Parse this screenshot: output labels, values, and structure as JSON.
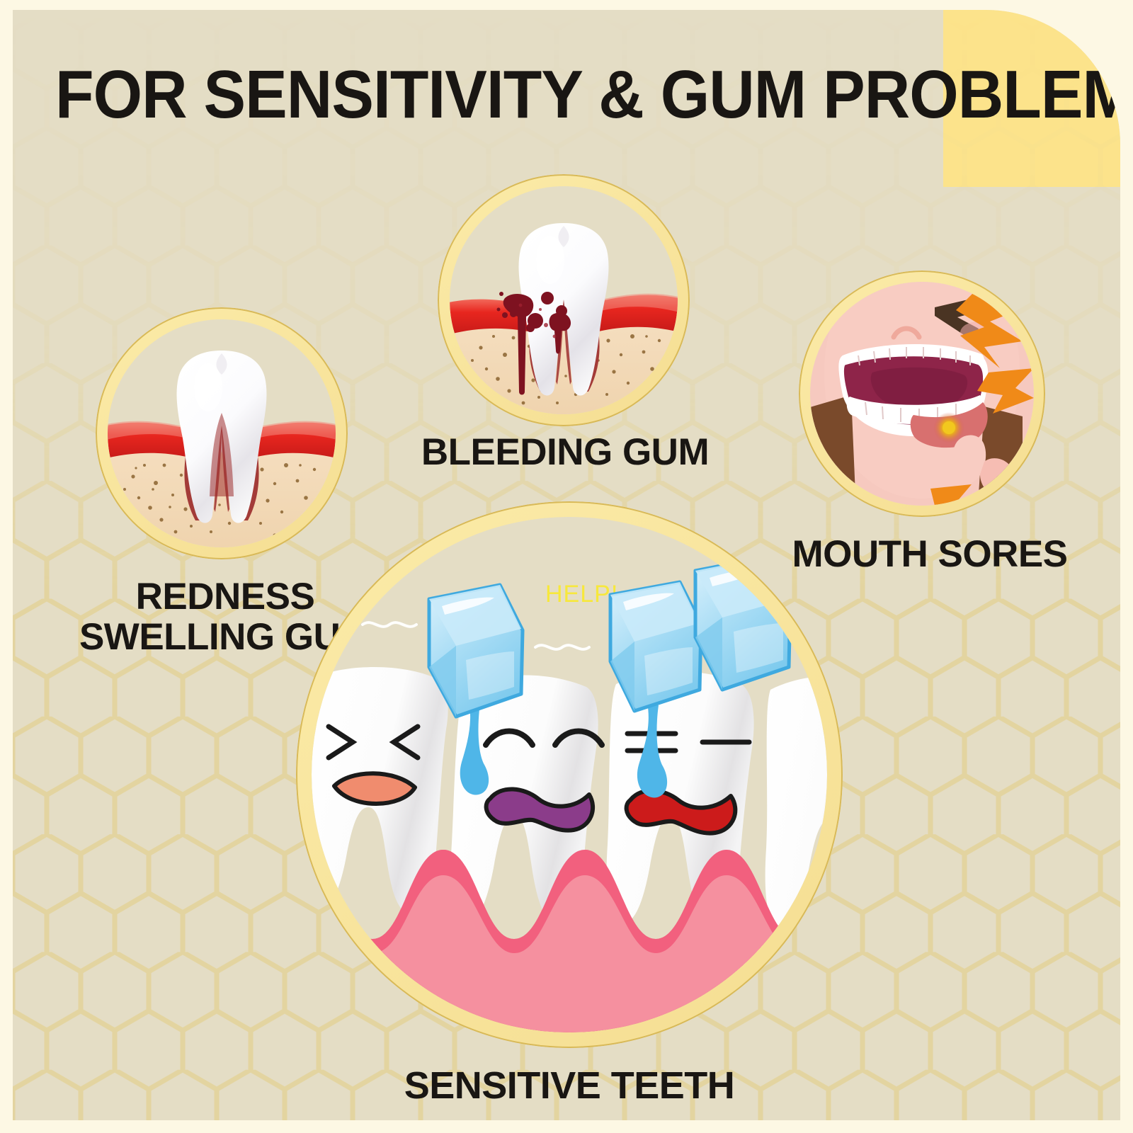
{
  "poster": {
    "title": "FOR SENSITIVITY & GUM PROBLEMS",
    "background_color": "#E4DDC5",
    "accent_color": "#FCE38B",
    "border_color": "#FDF8E4",
    "ring_color": "#F5DE92",
    "text_color": "#191613"
  },
  "items": [
    {
      "id": "redness-swelling-gum",
      "caption_line1": "REDNESS",
      "caption_line2": "SWELLING GUM",
      "illustration": "cross-section-tooth-with-inflamed-red-gum",
      "colors": {
        "gum": "#E8342A",
        "bone": "#F3DCBC",
        "tooth": "#FFFFFF",
        "root_canal": "#9E3030"
      }
    },
    {
      "id": "bleeding-gum",
      "caption_line1": "BLEEDING GUM",
      "caption_line2": "",
      "illustration": "cross-section-tooth-with-blood-drips",
      "colors": {
        "gum": "#E8342A",
        "bone": "#F3DCBC",
        "blood": "#7E1220"
      }
    },
    {
      "id": "mouth-sores",
      "caption_line1": "MOUTH SORES",
      "caption_line2": "",
      "illustration": "open-mouth-with-ulcer-and-pain-bolts",
      "colors": {
        "skin": "#F8C9C0",
        "mouth": "#8E2449",
        "bolt": "#F08A18",
        "sore": "#F2C81E"
      }
    },
    {
      "id": "sensitive-teeth",
      "caption_line1": "SENSITIVE TEETH",
      "caption_line2": "",
      "illustration": "three-cartoon-teeth-with-ice-cubes",
      "speech": "HELP!",
      "speech_color": "#F7E83C",
      "colors": {
        "gum": "#F2607E",
        "gum_light": "#F5909F",
        "ice": "#A9DDF5",
        "tooth": "#FFFFFF"
      },
      "faces": [
        {
          "eyes": "squeezed-shut",
          "mouth": "orange-frown"
        },
        {
          "eyes": "happy-arcs",
          "mouth": "purple-wavy"
        },
        {
          "eyes": "flat-lines",
          "mouth": "red-wavy"
        }
      ]
    }
  ]
}
